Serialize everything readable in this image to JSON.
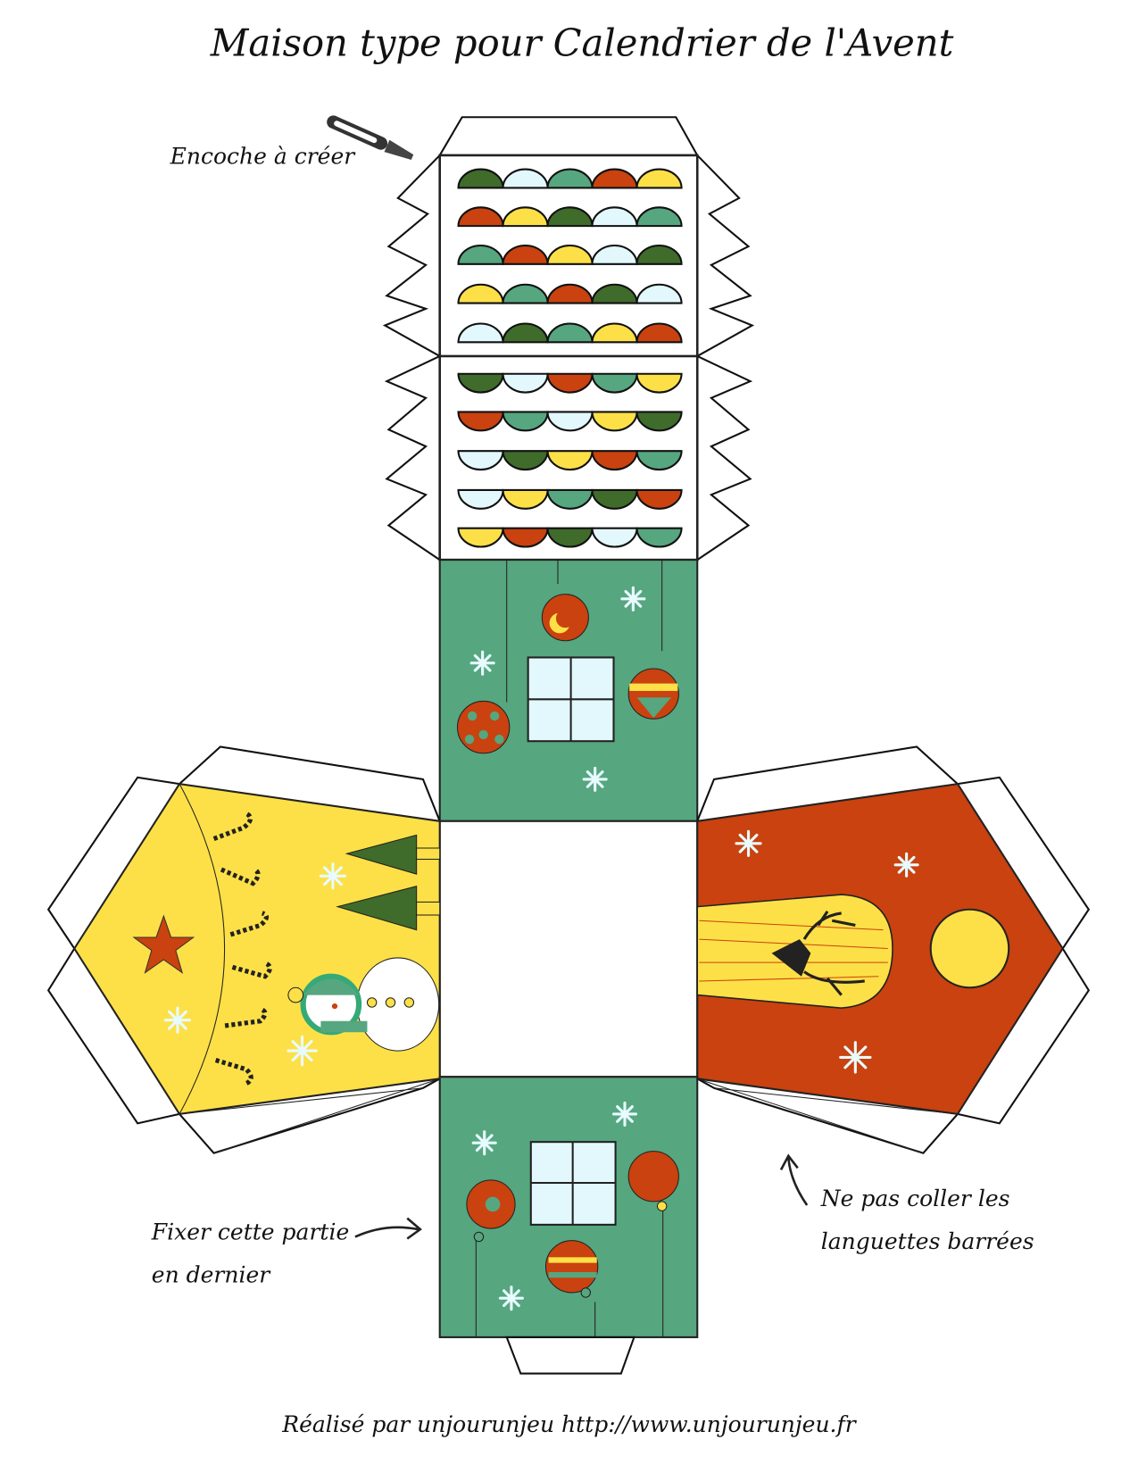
{
  "title": "Maison type pour Calendrier de l'Avent",
  "labels": {
    "notch": "Encoche à créer",
    "fix_line1": "Fixer cette partie",
    "fix_line2": "en dernier",
    "noglue_line1": "Ne pas coller les",
    "noglue_line2": "languettes barrées",
    "credit": "Réalisé par unjourunjeu http://www.unjourunjeu.fr"
  },
  "colors": {
    "G": "#3f6b2b",
    "L": "#e3f8fc",
    "M": "#56a67f",
    "R": "#c9420f",
    "Y": "#fde047"
  },
  "roof_tiles": {
    "upper": [
      [
        "G",
        "L",
        "M",
        "R",
        "Y"
      ],
      [
        "R",
        "Y",
        "G",
        "L",
        "M"
      ],
      [
        "M",
        "R",
        "Y",
        "L",
        "G"
      ],
      [
        "Y",
        "M",
        "R",
        "G",
        "L"
      ],
      [
        "L",
        "G",
        "M",
        "Y",
        "R"
      ]
    ],
    "lower": [
      [
        "G",
        "L",
        "R",
        "M",
        "Y"
      ],
      [
        "R",
        "M",
        "L",
        "Y",
        "G"
      ],
      [
        "L",
        "G",
        "Y",
        "R",
        "M"
      ],
      [
        "L",
        "Y",
        "M",
        "G",
        "R"
      ],
      [
        "Y",
        "R",
        "G",
        "L",
        "M"
      ]
    ]
  }
}
